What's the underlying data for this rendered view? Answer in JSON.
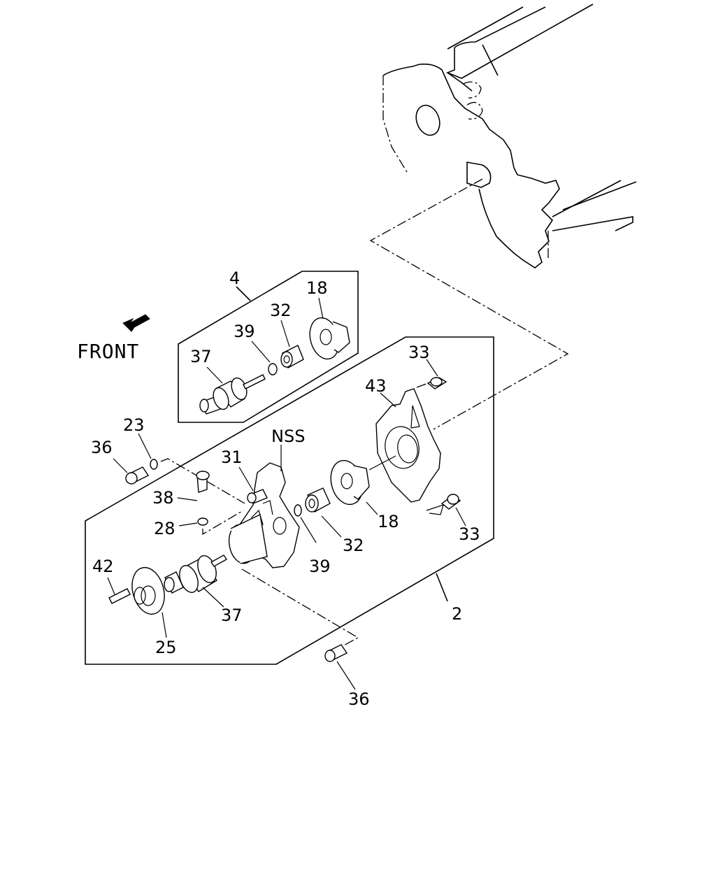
{
  "labels": {
    "front": "FRONT",
    "kit_group": "4",
    "assembly": "2",
    "nss": "NSS",
    "impeller_kit": "18",
    "seal_kit": "32",
    "washer_kit": "39",
    "shaft_kit": "37",
    "bolt_upper_right": "33",
    "cover": "43",
    "washer_23": "23",
    "bolt_36_left": "36",
    "stud_31": "31",
    "bolt_38": "38",
    "washer_28": "28",
    "impeller": "18",
    "seal": "32",
    "bolt_lower_right": "33",
    "washer_39": "39",
    "stud_42": "42",
    "shaft": "37",
    "pulley_hub": "25",
    "bolt_36_bottom": "36"
  },
  "icons": {
    "front_arrow": "front-arrow-icon"
  },
  "colors": {
    "ink": "#000000",
    "background": "#ffffff"
  }
}
